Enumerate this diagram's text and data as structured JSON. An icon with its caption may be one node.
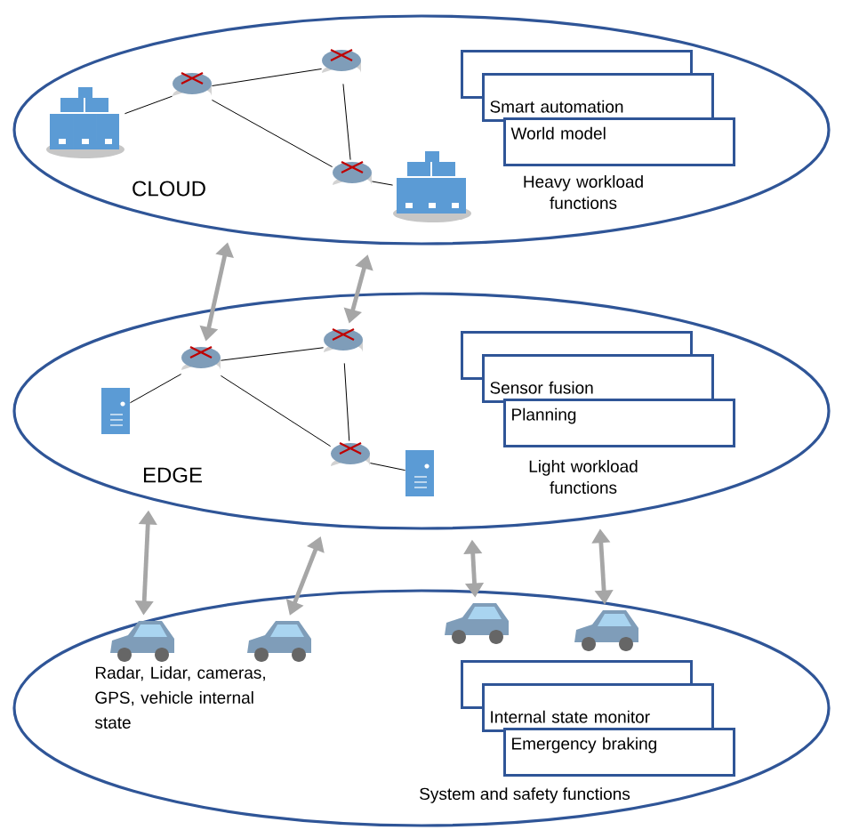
{
  "diagram": {
    "nodes": [
      {
        "text": [
          "CLOUD",
          "Heavy workload functions"
        ]
      },
      {
        "text": [],
        "shape": "picture",
        "in": 0
      },
      {
        "text": [],
        "shape": "picture",
        "in": 0
      },
      {
        "text": [],
        "shape": "picture",
        "in": 0
      },
      {
        "text": [],
        "shape": "picture",
        "in": 0
      },
      {
        "text": [],
        "shape": "picture",
        "in": 0
      },
      {
        "text": [],
        "shape": "box",
        "in": 0
      },
      {
        "text": [
          "Smart automation"
        ],
        "in": 0
      },
      {
        "text": [
          "World model"
        ],
        "in": 0
      },
      {
        "text": [
          "EDGE",
          "Light workload functions"
        ]
      },
      {
        "text": [],
        "shape": "picture",
        "in": 9
      },
      {
        "text": [],
        "shape": "picture",
        "in": 9
      },
      {
        "text": [],
        "shape": "picture",
        "in": 9
      },
      {
        "text": [],
        "shape": "picture",
        "in": 9
      },
      {
        "text": [],
        "shape": "picture",
        "in": 9
      },
      {
        "text": [],
        "shape": "box",
        "in": 9
      },
      {
        "text": [
          "Sensor fusion"
        ],
        "in": 9
      },
      {
        "text": [
          "Planning"
        ],
        "in": 9
      },
      {
        "text": [
          "Radar, Lidar, cameras, GPS, vehicle internal state",
          "System and safety functions"
        ]
      },
      {
        "text": [],
        "shape": "picture",
        "in": 18
      },
      {
        "text": [],
        "shape": "picture",
        "in": 18
      },
      {
        "text": [],
        "shape": "picture",
        "in": 18
      },
      {
        "text": [],
        "shape": "picture",
        "in": 18
      },
      {
        "text": [],
        "shape": "box",
        "in": 18
      },
      {
        "text": [
          "Internal state monitor"
        ],
        "in": 18
      },
      {
        "text": [
          "Emergency braking"
        ],
        "in": 18
      }
    ],
    "edges": [
      {
        "from": 1,
        "to": 2,
        "arrow": "none"
      },
      {
        "from": 2,
        "to": 3,
        "arrow": "none"
      },
      {
        "from": 3,
        "to": 4,
        "arrow": "none"
      },
      {
        "from": 2,
        "to": 4,
        "arrow": "none"
      },
      {
        "from": 4,
        "to": 5,
        "arrow": "none"
      },
      {
        "from": 10,
        "to": 11,
        "arrow": "none"
      },
      {
        "from": 11,
        "to": 12,
        "arrow": "none"
      },
      {
        "from": 12,
        "to": 13,
        "arrow": "none"
      },
      {
        "from": 11,
        "to": 13,
        "arrow": "none"
      },
      {
        "from": 13,
        "to": 14,
        "arrow": "none"
      },
      {
        "from": 0,
        "to": 11,
        "arrow": "both",
        "style": "thick",
        "color": "#a6a6a6"
      },
      {
        "from": 0,
        "to": 12,
        "arrow": "both",
        "style": "thick",
        "color": "#a6a6a6"
      },
      {
        "from": 9,
        "to": 19,
        "arrow": "both",
        "style": "thick",
        "color": "#a6a6a6"
      },
      {
        "from": 9,
        "to": 20,
        "arrow": "both",
        "style": "thick",
        "color": "#a6a6a6"
      },
      {
        "from": 9,
        "to": 21,
        "arrow": "both",
        "style": "thick",
        "color": "#a6a6a6"
      },
      {
        "from": 9,
        "to": 22,
        "arrow": "both",
        "style": "thick",
        "color": "#a6a6a6"
      }
    ]
  }
}
